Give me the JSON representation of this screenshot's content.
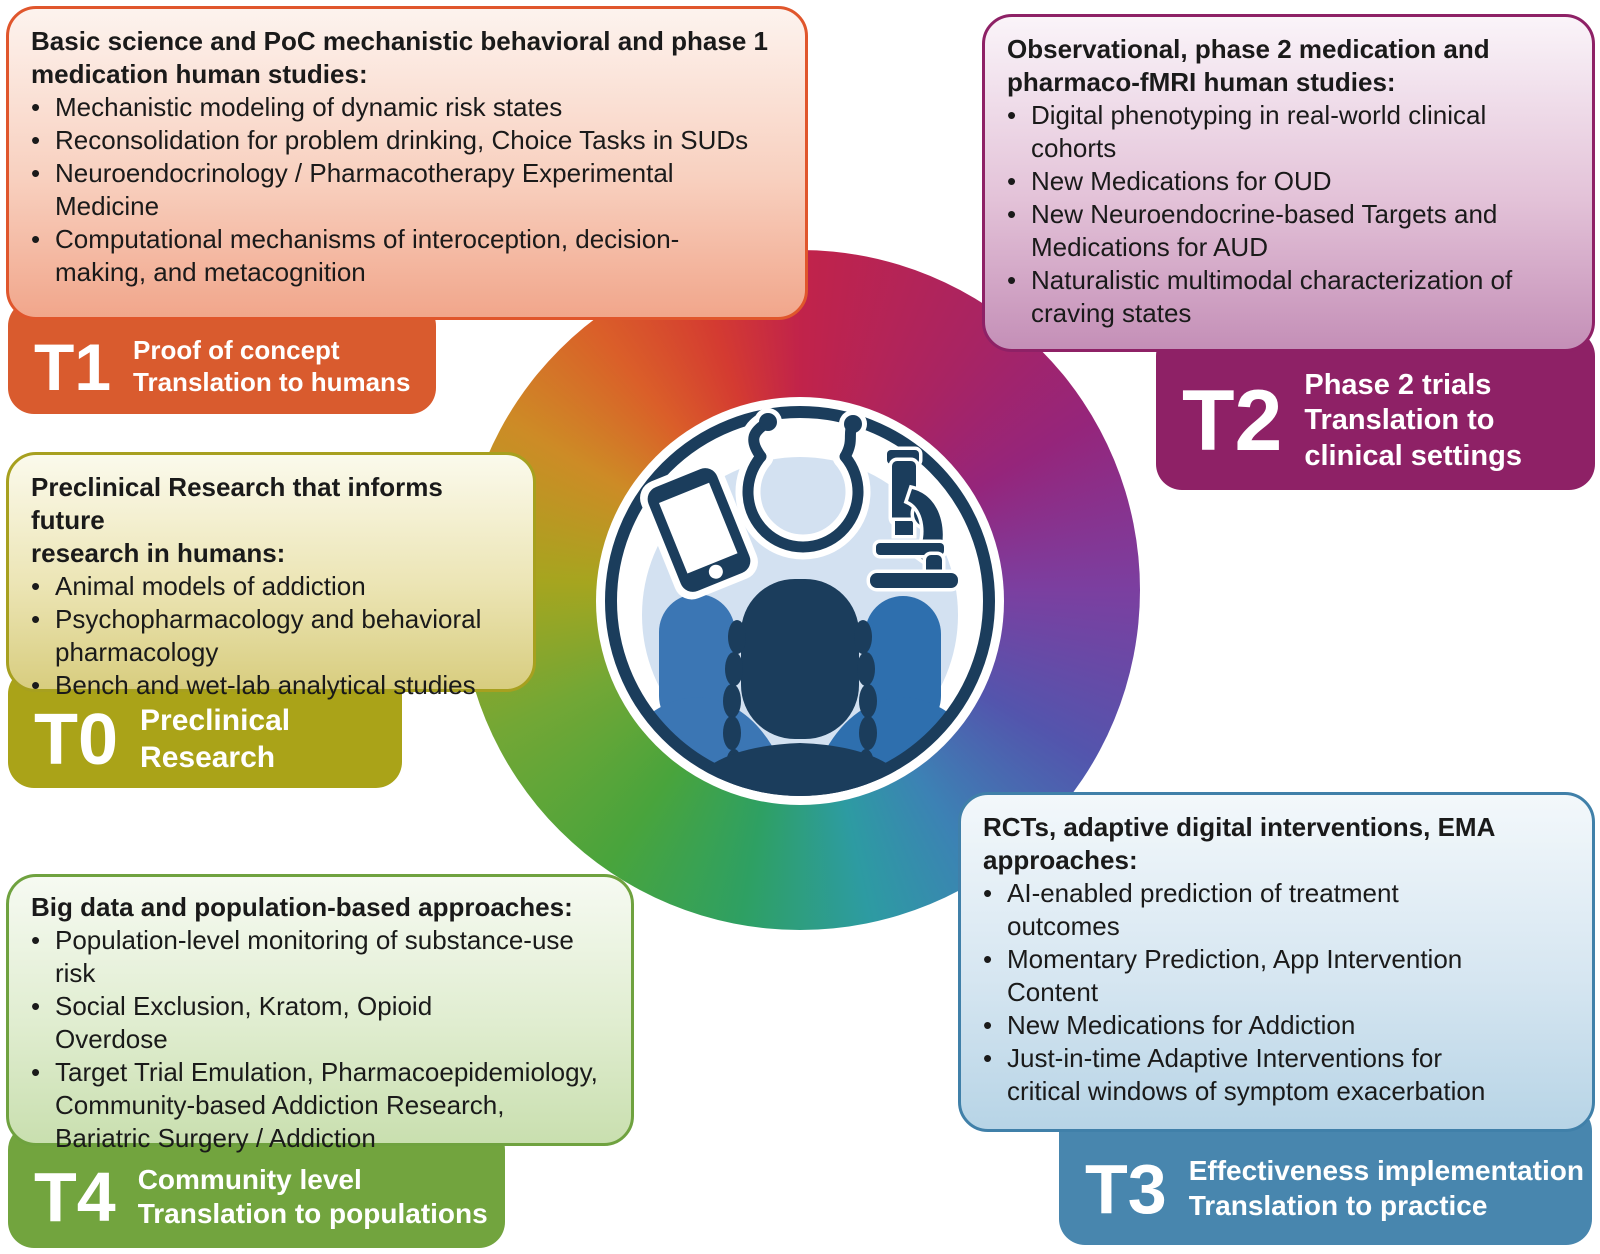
{
  "ui": {
    "bullet": "•"
  },
  "figure": {
    "background": "#ffffff",
    "ring_colors": [
      "#c1234a",
      "#95257b",
      "#7b3fa0",
      "#5355ad",
      "#2d9ba2",
      "#2ea063",
      "#49a43c",
      "#a6a51f",
      "#cd8b26",
      "#da5f29"
    ],
    "emblem": {
      "border_color": "#1b3d5c",
      "inner_circle_color": "#d3e1f1",
      "people_colors": [
        "#3b76b4",
        "#1b3d5c",
        "#2e6fae"
      ],
      "icons": [
        "smartphone-icon",
        "stethoscope-icon",
        "microscope-icon"
      ],
      "depicts": "three person silhouettes with smartphone, stethoscope and microscope icons"
    }
  },
  "panels": {
    "t1": {
      "code": "T1",
      "label": "Proof of concept\nTranslation to humans",
      "header": "Basic science and PoC mechanistic behavioral and phase 1\nmedication human studies:",
      "bullets": [
        "Mechanistic modeling of dynamic risk states",
        "Reconsolidation for problem drinking, Choice Tasks in SUDs",
        "Neuroendocrinology / Pharmacotherapy Experimental\nMedicine",
        "Computational mechanisms of interoception, decision-\nmaking, and metacognition"
      ],
      "accent": "#d95b2e",
      "border": "#e0562c",
      "grad_top": "#fdf3ee",
      "grad_bottom": "#f1a68b"
    },
    "t2": {
      "code": "T2",
      "label": "Phase 2 trials\nTranslation to\nclinical settings",
      "header": "Observational, phase 2 medication and\npharmaco-fMRI human studies:",
      "bullets": [
        "Digital phenotyping in real-world clinical\ncohorts",
        "New Medications for OUD",
        "New Neuroendocrine-based Targets and\nMedications for AUD",
        "Naturalistic multimodal characterization of\ncraving states"
      ],
      "accent": "#8e2166",
      "border": "#8e2166",
      "grad_top": "#faf4f9",
      "grad_bottom": "#c48fb7"
    },
    "t0": {
      "code": "T0",
      "label": "Preclinical Research",
      "header": "Preclinical Research that informs future\nresearch in humans:",
      "bullets": [
        "Animal models of addiction",
        "Psychopharmacology and behavioral\npharmacology",
        "Bench and wet-lab analytical studies"
      ],
      "accent": "#aaa318",
      "border": "#a7a01f",
      "grad_top": "#fbfaec",
      "grad_bottom": "#d8cd7f"
    },
    "t4": {
      "code": "T4",
      "label": "Community level\nTranslation to populations",
      "header": "Big data and population-based approaches:",
      "bullets": [
        "Population-level monitoring of substance-use\nrisk",
        "Social Exclusion, Kratom, Opioid\nOverdose",
        "Target Trial Emulation, Pharmacoepidemiology,\nCommunity-based Addiction Research,\nBariatric Surgery / Addiction"
      ],
      "accent": "#72a43e",
      "border": "#6fa23f",
      "grad_top": "#f6faf2",
      "grad_bottom": "#c9dfaf"
    },
    "t3": {
      "code": "T3",
      "label": "Effectiveness implementation\nTranslation to practice",
      "header": "RCTs, adaptive digital interventions, EMA\napproaches:",
      "bullets": [
        "AI-enabled prediction of treatment\noutcomes",
        "Momentary Prediction, App Intervention\nContent",
        "New Medications for Addiction",
        "Just-in-time Adaptive Interventions for\ncritical windows of symptom exacerbation"
      ],
      "accent": "#4886ae",
      "border": "#4080a9",
      "grad_top": "#f3f8fb",
      "grad_bottom": "#b7d4e6"
    }
  }
}
